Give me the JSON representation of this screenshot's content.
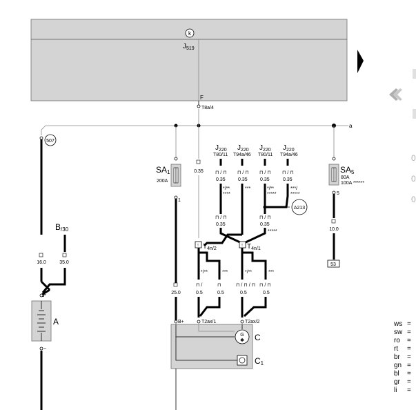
{
  "control_unit": {
    "name": "J",
    "sub": "519",
    "pin": "F",
    "connector": "T8a/4",
    "k_symbol": "k"
  },
  "rail_label": "a",
  "terminal_507": "507",
  "fuse_sa1": {
    "name": "SA",
    "sub": "1",
    "rating": "200A"
  },
  "fuse_sa5": {
    "name": "SA",
    "sub": "5",
    "rating1": "80A",
    "rating2": "100A ******",
    "pin": "5"
  },
  "b30": {
    "name": "B",
    "sub": "/30"
  },
  "battery": {
    "name": "A",
    "plus": "+",
    "minus": "−"
  },
  "j220": [
    {
      "name": "J",
      "sub": "220",
      "conn": "T80/11",
      "wire": "0.35",
      "note": "*/**",
      "note2": "****"
    },
    {
      "name": "J",
      "sub": "220",
      "conn": "T94a/46",
      "wire": "0.35",
      "note": "***",
      "note2": ""
    },
    {
      "name": "J",
      "sub": "220",
      "conn": "T80/11",
      "wire": "0.35",
      "note": "*/**",
      "note2": "*****"
    },
    {
      "name": "J",
      "sub": "220",
      "conn": "T94a/46",
      "wire": "0.35",
      "note": "***/",
      "note2": "*****"
    }
  ],
  "a213": "A213",
  "t4n2": {
    "name": "T",
    "sub": "4n/2"
  },
  "t4n1": {
    "name": "T",
    "sub": "4n/1"
  },
  "wires": {
    "w_035_top": "0.35",
    "w_160": "16.0",
    "w_350": "35.0",
    "w_100": "10.0",
    "w_250": "25.0",
    "w_05a": "0.5",
    "w_05b": "0.5",
    "w_05c": "0.5",
    "w_05d": "0.5",
    "w_035_l": "0.35",
    "w_035_r": "0.35",
    "stars_r": "*****"
  },
  "t4n2_notes": {
    "left": "*/**",
    "right": "***"
  },
  "t4n1_notes": {
    "left": "*/**",
    "right": "***"
  },
  "terminal_53": "53",
  "generator": {
    "b_plus": "B+",
    "t1": "T2ax/1",
    "t2": "T2ax/2",
    "c": "C",
    "c1": "C",
    "c1_sub": "1",
    "g_symbol": "G"
  },
  "legend": [
    {
      "code": "ws",
      "eq": "="
    },
    {
      "code": "sw",
      "eq": "="
    },
    {
      "code": "ro",
      "eq": "="
    },
    {
      "code": "rt",
      "eq": "="
    },
    {
      "code": "br",
      "eq": "="
    },
    {
      "code": "gn",
      "eq": "="
    },
    {
      "code": "bl",
      "eq": "="
    },
    {
      "code": "gr",
      "eq": "="
    },
    {
      "code": "li",
      "eq": "="
    }
  ],
  "nav_icons": [
    "play-arrow-icon",
    "chevron-left-icon"
  ]
}
